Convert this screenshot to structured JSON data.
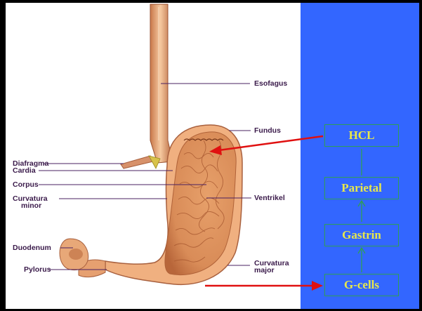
{
  "diagram": {
    "labels": {
      "esofagus": "Esofagus",
      "fundus": "Fundus",
      "diafragma": "Diafragma",
      "cardia": "Cardia",
      "corpus": "Corpus",
      "curvatura_minor_1": "Curvatura",
      "curvatura_minor_2": "minor",
      "ventrikel": "Ventrikel",
      "duodenum": "Duodenum",
      "pylorus": "Pylorus",
      "curvatura_major_1": "Curvatura",
      "curvatura_major_2": "major"
    },
    "flow_boxes": {
      "hcl": "HCL",
      "parietal": "Parietal",
      "gastrin": "Gastrin",
      "gcells": "G-cells"
    }
  },
  "colors": {
    "background": "#000000",
    "left_panel": "#ffffff",
    "right_panel": "#3366ff",
    "box_text": "#e8e84a",
    "box_border": "#2f9e55",
    "arrow": "#e01010",
    "leader_line": "#4a2060"
  }
}
